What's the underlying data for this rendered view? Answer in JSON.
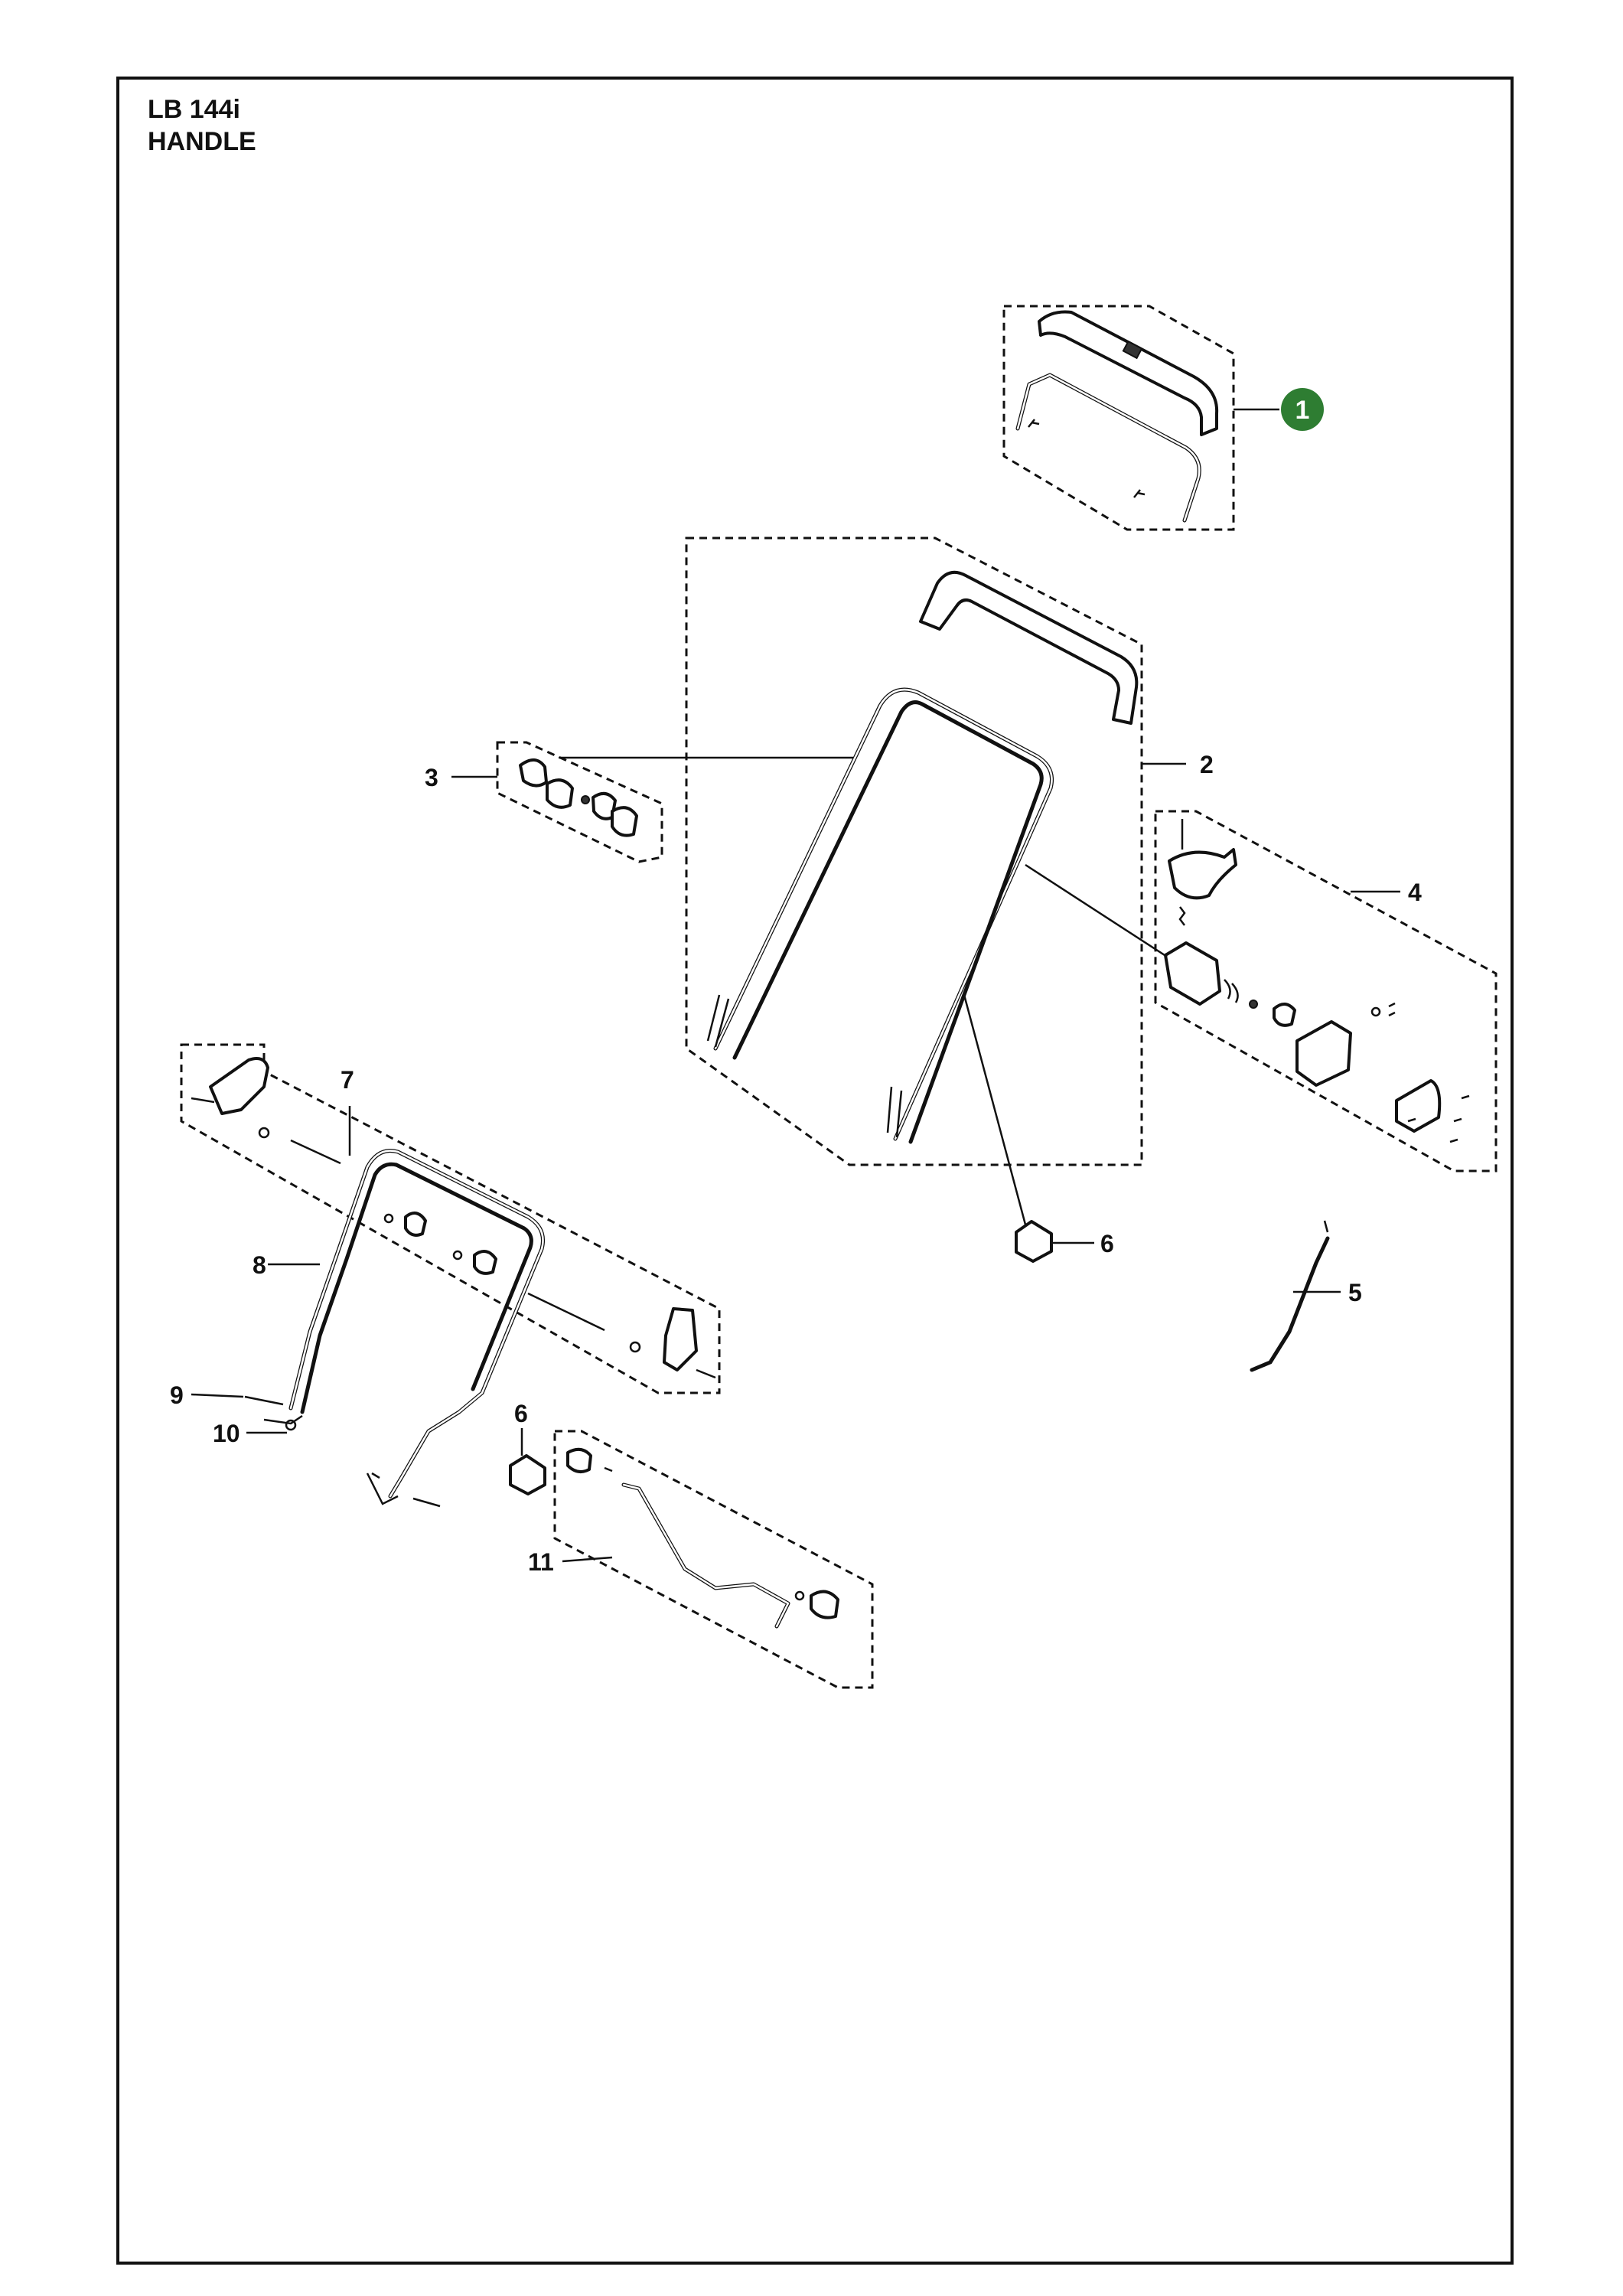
{
  "header": {
    "model": "LB 144i",
    "section": "HANDLE"
  },
  "callouts": [
    {
      "number": "1",
      "highlighted": true
    },
    {
      "number": "2"
    },
    {
      "number": "3"
    },
    {
      "number": "4"
    },
    {
      "number": "5"
    },
    {
      "number": "6"
    },
    {
      "number": "6"
    },
    {
      "number": "7"
    },
    {
      "number": "8"
    },
    {
      "number": "9"
    },
    {
      "number": "10"
    },
    {
      "number": "11"
    }
  ],
  "colors": {
    "highlight": "#2e7d32",
    "line": "#111111",
    "background": "#ffffff"
  }
}
